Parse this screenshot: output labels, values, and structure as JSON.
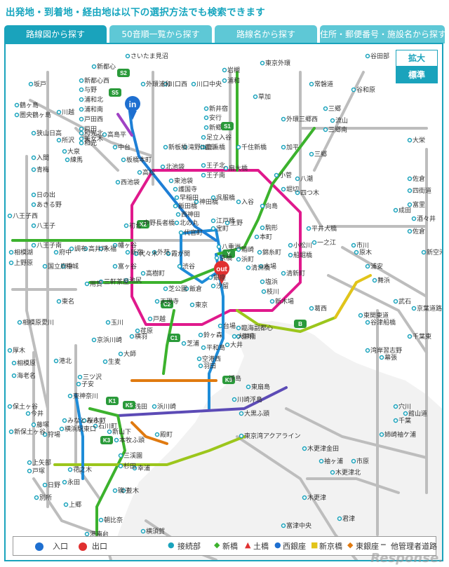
{
  "header": {
    "title": "出発地・到着地・経由地は以下の選択方法でも検索できます"
  },
  "tabs": [
    {
      "label": "路線図から探す",
      "active": true
    },
    {
      "label": "50音順一覧から探す",
      "active": false
    },
    {
      "label": "路線名から探す",
      "active": false
    },
    {
      "label": "住所・郵便番号・施設名から探す",
      "active": false
    }
  ],
  "zoom": {
    "zoom_in": "拡大",
    "standard": "標準"
  },
  "legend": {
    "entrance": "入口",
    "exit": "出口",
    "junction": "接続部",
    "shinjuku": "新橋",
    "tsuchibashi": "土橋",
    "nishiginza": "西銀座",
    "shinkyobashi": "新京橋",
    "higashiginza": "東銀座",
    "other": "他管理者道路"
  },
  "markers": {
    "in_label": "in",
    "out_label": "out"
  },
  "route_badges": [
    "S2",
    "S5",
    "S1",
    "K1",
    "K2",
    "K3",
    "K5",
    "K6",
    "C1",
    "C2",
    "Y",
    "B"
  ],
  "stations": [
    {
      "name": "さいたま見沼"
    },
    {
      "name": "新都心"
    },
    {
      "name": "新都心西"
    },
    {
      "name": "与野"
    },
    {
      "name": "浦和北"
    },
    {
      "name": "浦和南"
    },
    {
      "name": "戸田西"
    },
    {
      "name": "戸田"
    },
    {
      "name": "美女木"
    },
    {
      "name": "外環浦和"
    },
    {
      "name": "川口西"
    },
    {
      "name": "川口中央"
    },
    {
      "name": "岩槻"
    },
    {
      "name": "浦和"
    },
    {
      "name": "東京外環"
    },
    {
      "name": "谷田部"
    },
    {
      "name": "谷和原"
    },
    {
      "name": "常磐道"
    },
    {
      "name": "新井宿"
    },
    {
      "name": "安行"
    },
    {
      "name": "新郷"
    },
    {
      "name": "足立入谷"
    },
    {
      "name": "鹿浜橋"
    },
    {
      "name": "草加"
    },
    {
      "name": "三郷"
    },
    {
      "name": "流山"
    },
    {
      "name": "三郷南"
    },
    {
      "name": "外環三郷西"
    },
    {
      "name": "坂戸"
    },
    {
      "name": "鶴ヶ島"
    },
    {
      "name": "圏央鶴ヶ島"
    },
    {
      "name": "川越"
    },
    {
      "name": "狭山日高"
    },
    {
      "name": "所沢"
    },
    {
      "name": "大泉"
    },
    {
      "name": "和光"
    },
    {
      "name": "和光北"
    },
    {
      "name": "練馬"
    },
    {
      "name": "入間"
    },
    {
      "name": "青梅"
    },
    {
      "name": "日の出"
    },
    {
      "name": "あきる野"
    },
    {
      "name": "八王子"
    },
    {
      "name": "八王子西"
    },
    {
      "name": "八王子南"
    },
    {
      "name": "相模湖"
    },
    {
      "name": "上野原"
    },
    {
      "name": "高島平"
    },
    {
      "name": "中台"
    },
    {
      "name": "板橋本町"
    },
    {
      "name": "新板橋"
    },
    {
      "name": "滝野川"
    },
    {
      "name": "鹿浜"
    },
    {
      "name": "千住新橋"
    },
    {
      "name": "王子北"
    },
    {
      "name": "扇大橋"
    },
    {
      "name": "王子南"
    },
    {
      "name": "加平"
    },
    {
      "name": "小菅"
    },
    {
      "name": "四つ木"
    },
    {
      "name": "堀切"
    },
    {
      "name": "八潮"
    },
    {
      "name": "三郷"
    },
    {
      "name": "高松"
    },
    {
      "name": "北池袋"
    },
    {
      "name": "東池袋"
    },
    {
      "name": "護国寺"
    },
    {
      "name": "西池袋"
    },
    {
      "name": "早稲田"
    },
    {
      "name": "飯田橋"
    },
    {
      "name": "西神田"
    },
    {
      "name": "北の丸"
    },
    {
      "name": "代官町"
    },
    {
      "name": "神田橋"
    },
    {
      "name": "呉服橋"
    },
    {
      "name": "江戸橋"
    },
    {
      "name": "宝町"
    },
    {
      "name": "京橋"
    },
    {
      "name": "八重洲"
    },
    {
      "name": "銀座"
    },
    {
      "name": "汐留"
    },
    {
      "name": "入谷"
    },
    {
      "name": "上野"
    },
    {
      "name": "向島"
    },
    {
      "name": "駒形"
    },
    {
      "name": "本町"
    },
    {
      "name": "錦糸町"
    },
    {
      "name": "箱崎"
    },
    {
      "name": "浜町"
    },
    {
      "name": "清洲橋"
    },
    {
      "name": "木場"
    },
    {
      "name": "塩浜"
    },
    {
      "name": "枝川"
    },
    {
      "name": "新木場"
    },
    {
      "name": "葛西"
    },
    {
      "name": "平井大橋"
    },
    {
      "name": "小松川"
    },
    {
      "name": "船堀橋"
    },
    {
      "name": "清新町"
    },
    {
      "name": "一之江"
    },
    {
      "name": "市川"
    },
    {
      "name": "原木"
    },
    {
      "name": "浦安"
    },
    {
      "name": "舞浜"
    },
    {
      "name": "中野長者橋"
    },
    {
      "name": "初台"
    },
    {
      "name": "幡ヶ谷"
    },
    {
      "name": "永福"
    },
    {
      "name": "高井戸"
    },
    {
      "name": "調布"
    },
    {
      "name": "府中"
    },
    {
      "name": "国立府中"
    },
    {
      "name": "稲城"
    },
    {
      "name": "新宿"
    },
    {
      "name": "代々木"
    },
    {
      "name": "外苑"
    },
    {
      "name": "霞が関"
    },
    {
      "name": "渋谷"
    },
    {
      "name": "富ヶ谷"
    },
    {
      "name": "高樹町"
    },
    {
      "name": "池尻"
    },
    {
      "name": "三軒茶屋"
    },
    {
      "name": "用賀"
    },
    {
      "name": "東名"
    },
    {
      "name": "東京"
    },
    {
      "name": "大井南"
    },
    {
      "name": "大井"
    },
    {
      "name": "鈴ヶ森"
    },
    {
      "name": "平和島"
    },
    {
      "name": "空港西"
    },
    {
      "name": "羽田"
    },
    {
      "name": "芝浦"
    },
    {
      "name": "台場"
    },
    {
      "name": "有明"
    },
    {
      "name": "臨海副都心"
    },
    {
      "name": "芝公園"
    },
    {
      "name": "飯倉"
    },
    {
      "name": "天現寺"
    },
    {
      "name": "戸越"
    },
    {
      "name": "荏原"
    },
    {
      "name": "玉川"
    },
    {
      "name": "京浜川崎"
    },
    {
      "name": "大師"
    },
    {
      "name": "浅田"
    },
    {
      "name": "浜川崎"
    },
    {
      "name": "横羽"
    },
    {
      "name": "生麦"
    },
    {
      "name": "子安"
    },
    {
      "name": "東神奈川"
    },
    {
      "name": "みなとみらい"
    },
    {
      "name": "横浜駅東口"
    },
    {
      "name": "桜木町"
    },
    {
      "name": "石川町"
    },
    {
      "name": "新山下"
    },
    {
      "name": "本牧ふ頭"
    },
    {
      "name": "三渓園"
    },
    {
      "name": "杉田"
    },
    {
      "name": "幸浦"
    },
    {
      "name": "並木"
    },
    {
      "name": "狩場"
    },
    {
      "name": "花之木"
    },
    {
      "name": "永田"
    },
    {
      "name": "磯子"
    },
    {
      "name": "別所"
    },
    {
      "name": "上矢部"
    },
    {
      "name": "戸塚"
    },
    {
      "name": "保土ヶ谷"
    },
    {
      "name": "今井"
    },
    {
      "name": "藤塚"
    },
    {
      "name": "新保土ヶ谷"
    },
    {
      "name": "三ツ沢"
    },
    {
      "name": "港北"
    },
    {
      "name": "東京湾アクアライン"
    },
    {
      "name": "木更津金田"
    },
    {
      "name": "袖ヶ浦"
    },
    {
      "name": "木更津北"
    },
    {
      "name": "君津"
    },
    {
      "name": "富津中央"
    },
    {
      "name": "市原"
    },
    {
      "name": "姉崎袖ケ浦"
    },
    {
      "name": "千葉"
    },
    {
      "name": "穴川"
    },
    {
      "name": "幕張"
    },
    {
      "name": "湾岸習志野"
    },
    {
      "name": "谷津船橋"
    },
    {
      "name": "館山道"
    },
    {
      "name": "大栄"
    },
    {
      "name": "佐倉"
    },
    {
      "name": "四街道"
    },
    {
      "name": "富里"
    },
    {
      "name": "成田"
    },
    {
      "name": "酒々井"
    },
    {
      "name": "佐倉"
    },
    {
      "name": "新空港"
    },
    {
      "name": "京葉道路"
    },
    {
      "name": "東関東道"
    },
    {
      "name": "厚木"
    },
    {
      "name": "相模原"
    },
    {
      "name": "海老名"
    },
    {
      "name": "相模原愛川"
    },
    {
      "name": "横須賀"
    },
    {
      "name": "朝比奈"
    },
    {
      "name": "逗子"
    },
    {
      "name": "港南台"
    },
    {
      "name": "日野"
    },
    {
      "name": "上郷"
    },
    {
      "name": "浮島"
    },
    {
      "name": "東扇島"
    },
    {
      "name": "殿町"
    },
    {
      "name": "大黒ふ頭"
    },
    {
      "name": "川崎浮島"
    },
    {
      "name": "木更津"
    },
    {
      "name": "千葉東"
    },
    {
      "name": "武石"
    }
  ]
}
